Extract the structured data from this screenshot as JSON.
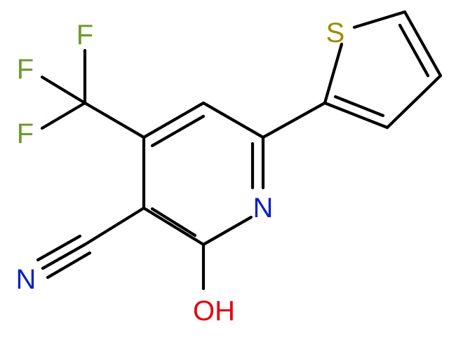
{
  "colors": {
    "bond": "#000000",
    "fluorine": "#6e9a2e",
    "sulfur": "#a08a00",
    "nitrogen": "#0a21c6",
    "oxygen": "#e8000b"
  },
  "atoms": {
    "f1": "F",
    "f2": "F",
    "f3": "F",
    "s": "S",
    "n_ring": "N",
    "n_nitrile": "N",
    "oh": "OH"
  }
}
